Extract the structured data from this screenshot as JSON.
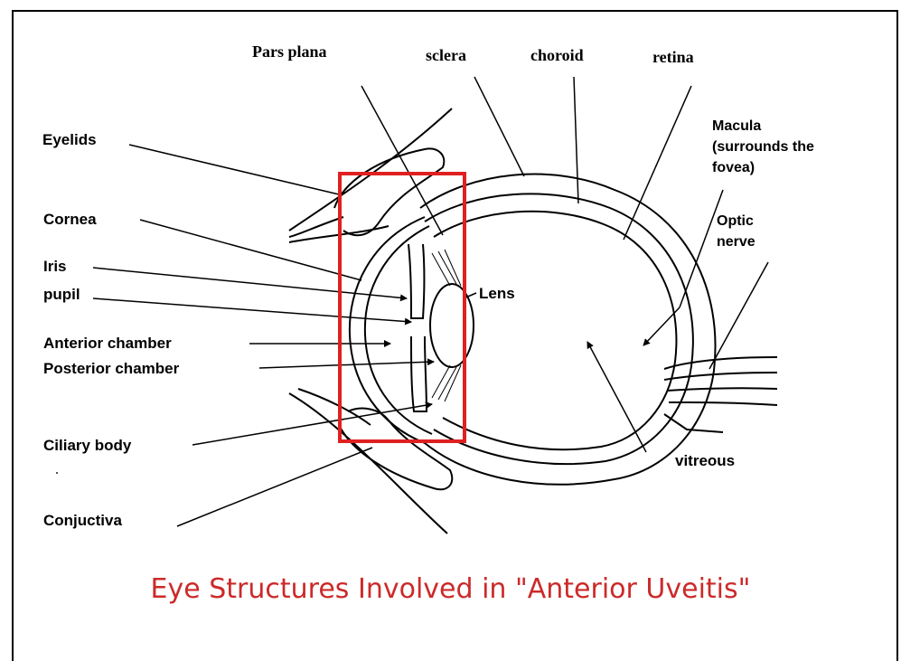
{
  "caption": "Eye Structures Involved in \"Anterior Uveitis\"",
  "labels": {
    "pars_plana": "Pars plana",
    "sclera": "sclera",
    "choroid": "choroid",
    "retina": "retina",
    "eyelids": "Eyelids",
    "macula_1": "Macula",
    "macula_2": "(surrounds the",
    "macula_3": "fovea)",
    "cornea": "Cornea",
    "optic_1": "Optic",
    "optic_2": "nerve",
    "iris": "Iris",
    "pupil": "pupil",
    "lens": "Lens",
    "anterior_chamber": "Anterior chamber",
    "posterior_chamber": "Posterior chamber",
    "ciliary_body": "Ciliary body",
    "vitreous": "vitreous",
    "conjuctiva": "Conjuctiva"
  },
  "colors": {
    "highlight_box": "#e02020",
    "caption": "#cc2a2a",
    "line": "#000000"
  }
}
